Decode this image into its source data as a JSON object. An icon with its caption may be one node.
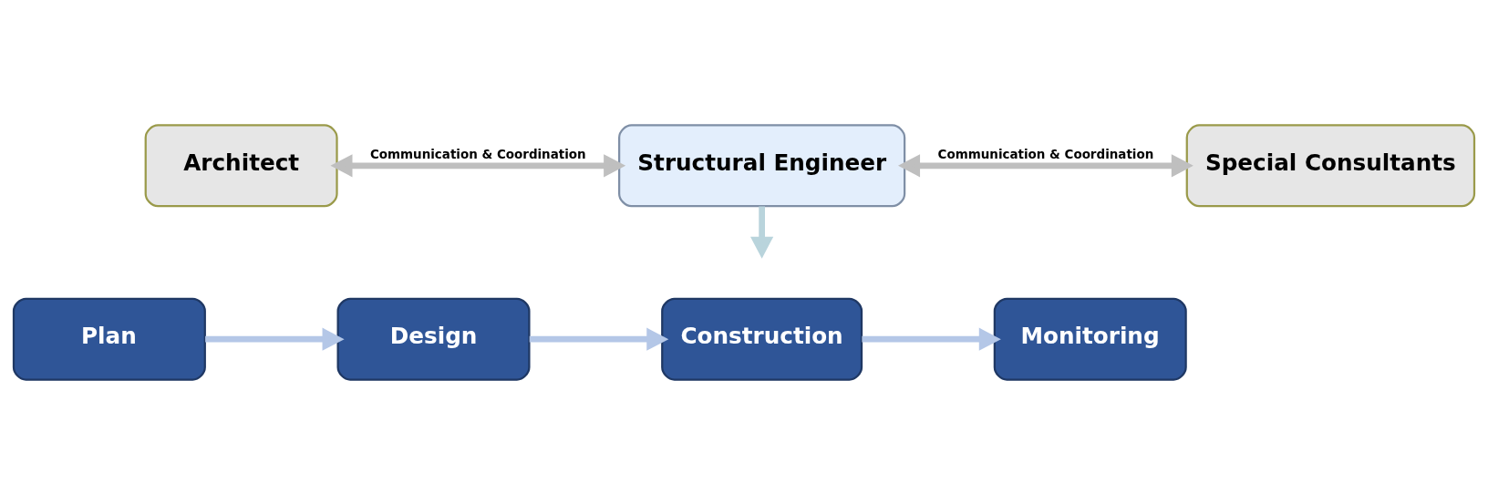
{
  "diagram": {
    "nodes": [
      {
        "text": [
          "Architect"
        ]
      },
      {
        "text": [
          "Structural Engineer"
        ]
      },
      {
        "text": [
          "Special Consultants"
        ]
      },
      {
        "text": [
          "Plan"
        ]
      },
      {
        "text": [
          "Design"
        ]
      },
      {
        "text": [
          "Construction"
        ]
      },
      {
        "text": [
          "Monitoring"
        ]
      }
    ],
    "edges": [
      {
        "from": 0,
        "to": 1,
        "arrow": "both",
        "label": "Communication & Coordination",
        "color": "#bfbfbf"
      },
      {
        "from": 1,
        "to": 2,
        "arrow": "both",
        "label": "Communication & Coordination",
        "color": "#bfbfbf"
      },
      {
        "from": 1,
        "to": null,
        "arrow": "to",
        "color": "#b9d4dc"
      },
      {
        "from": 3,
        "to": 4,
        "arrow": "to",
        "color": "#b4c7e7"
      },
      {
        "from": 4,
        "to": 5,
        "arrow": "to",
        "color": "#b4c7e7"
      },
      {
        "from": 5,
        "to": 6,
        "arrow": "to",
        "color": "#b4c7e7"
      }
    ]
  }
}
